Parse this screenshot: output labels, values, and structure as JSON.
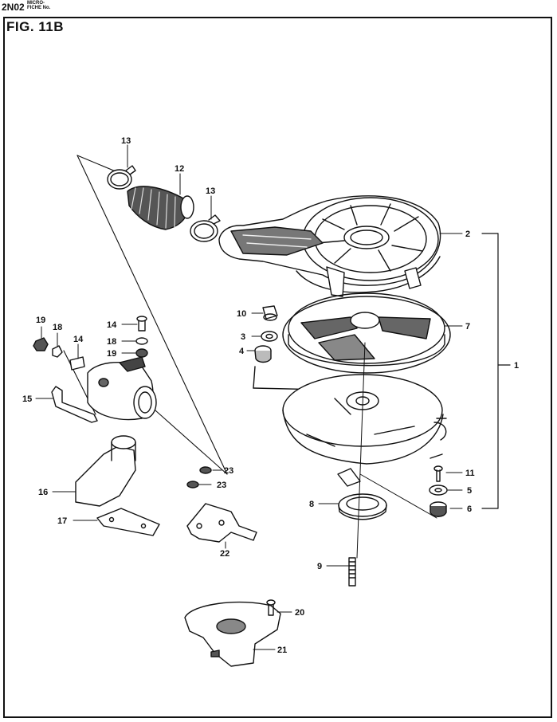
{
  "header": {
    "code": "2N02",
    "microfiche_line1": "MICRO-",
    "microfiche_line2": "FICHE No."
  },
  "figure": {
    "title": "FIG. 11B"
  },
  "callouts": {
    "c1": "1",
    "c2": "2",
    "c3": "3",
    "c4": "4",
    "c5": "5",
    "c6": "6",
    "c7": "7",
    "c8": "8",
    "c9": "9",
    "c10": "10",
    "c11": "11",
    "c12": "12",
    "c13a": "13",
    "c13b": "13",
    "c14a": "14",
    "c14b": "14",
    "c15": "15",
    "c16": "16",
    "c17": "17",
    "c18a": "18",
    "c18b": "18",
    "c19a": "19",
    "c19b": "19",
    "c20": "20",
    "c21": "21",
    "c22": "22",
    "c23a": "23",
    "c23b": "23"
  }
}
